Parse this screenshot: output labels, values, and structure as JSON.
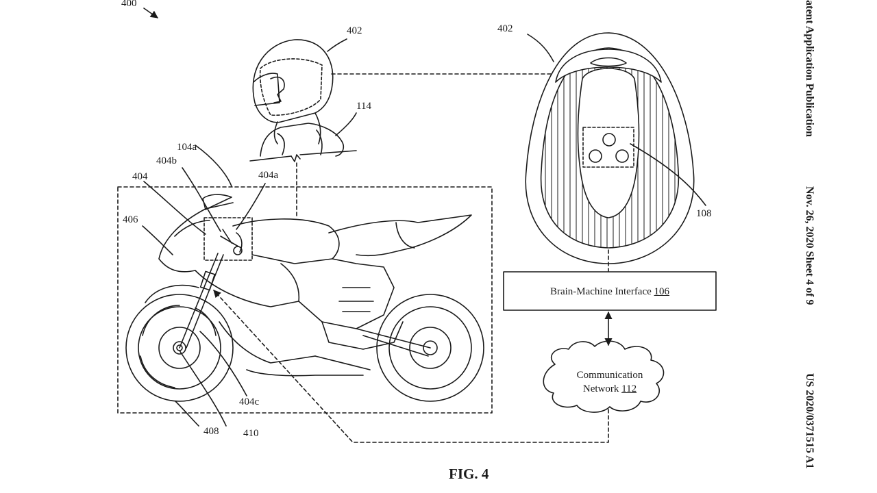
{
  "figure": {
    "title": "FIG. 4",
    "ref_main": "400"
  },
  "header": {
    "publication": "atent Application Publication",
    "date_sheet": "Nov. 26, 2020  Sheet 4 of 9",
    "number": "US 2020/0371515 A1"
  },
  "boxes": {
    "bmi": {
      "label": "Brain-Machine Interface",
      "ref": "106"
    },
    "network": {
      "line1": "Communication",
      "line2": "Network",
      "ref": "112"
    }
  },
  "labels": {
    "l402a": "402",
    "l402b": "402",
    "l114": "114",
    "l104a": "104a",
    "l404b": "404b",
    "l404a": "404a",
    "l404": "404",
    "l406": "406",
    "l108": "108",
    "l404c": "404c",
    "l408": "408",
    "l410": "410"
  }
}
